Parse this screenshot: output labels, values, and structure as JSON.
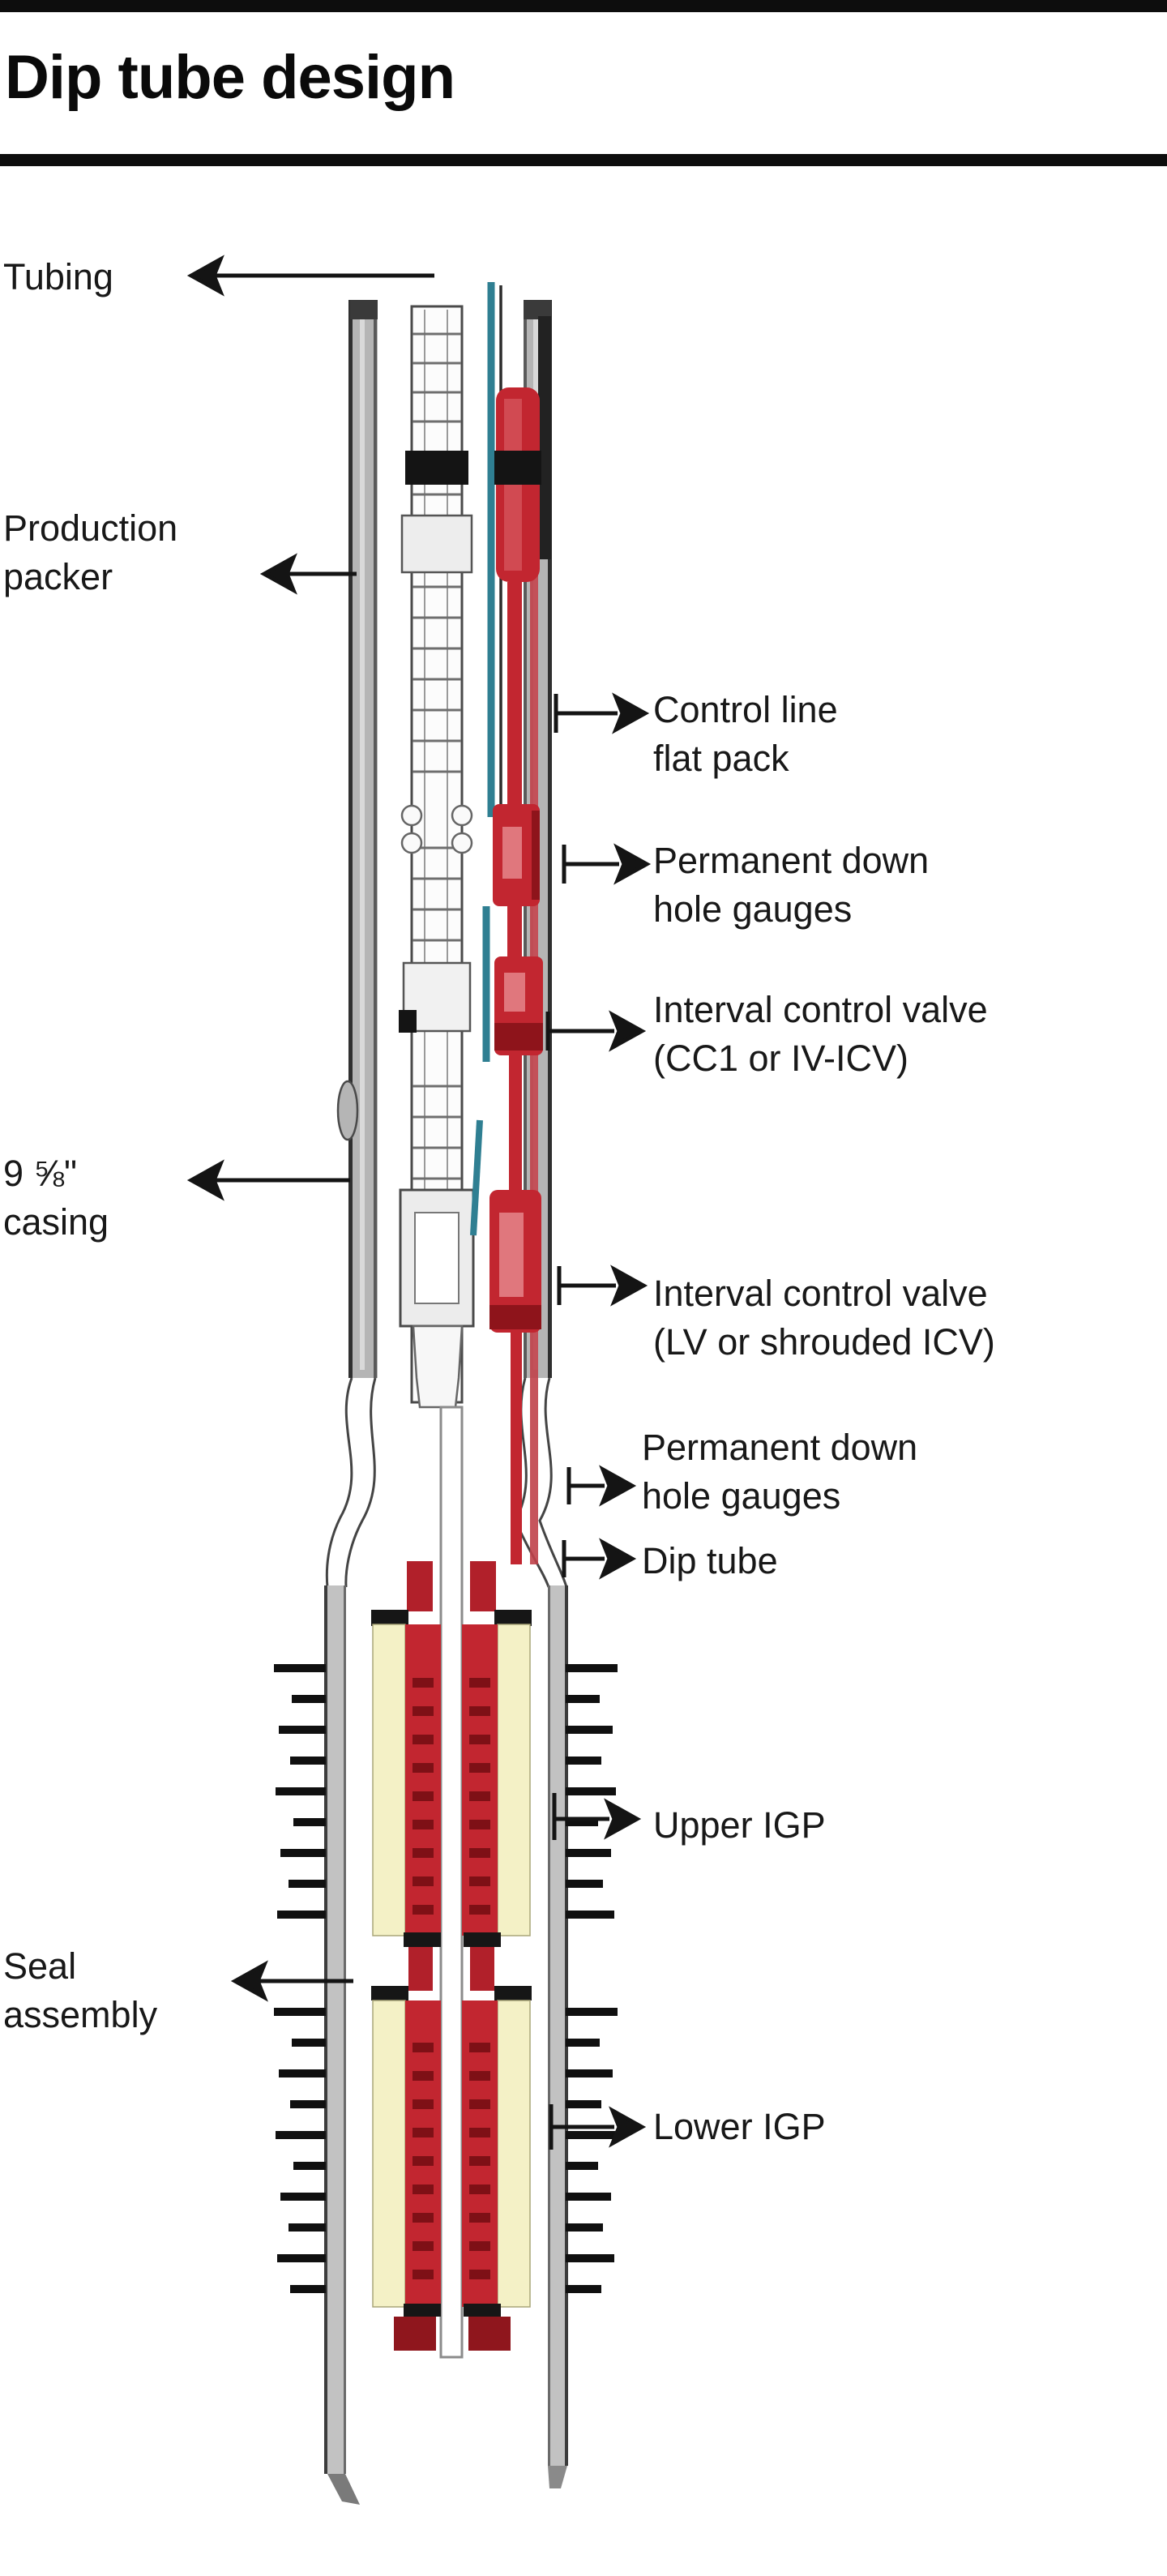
{
  "title": "Dip tube design",
  "labels": {
    "left": [
      {
        "id": "tubing",
        "text": "Tubing"
      },
      {
        "id": "production-packer",
        "text": "Production\npacker"
      },
      {
        "id": "casing",
        "text": "9 ⅝\"\ncasing"
      },
      {
        "id": "seal-assembly",
        "text": "Seal\nassembly"
      }
    ],
    "right": [
      {
        "id": "control-line-flat-pack",
        "text": "Control line\nflat pack"
      },
      {
        "id": "permanent-gauges-upper",
        "text": "Permanent down\nhole gauges"
      },
      {
        "id": "icv-cc1",
        "text": "Interval control valve\n(CC1 or IV-ICV)"
      },
      {
        "id": "icv-lv",
        "text": "Interval control valve\n(LV or shrouded ICV)"
      },
      {
        "id": "permanent-gauges-lower",
        "text": "Permanent down\nhole gauges"
      },
      {
        "id": "dip-tube",
        "text": "Dip tube"
      },
      {
        "id": "upper-igp",
        "text": "Upper IGP"
      },
      {
        "id": "lower-igp",
        "text": "Lower IGP"
      }
    ]
  },
  "colors": {
    "element_red": "#c22630",
    "element_dark_red": "#7e1016",
    "element_light_red": "#e0777d",
    "control_line_teal": "#2f7f92",
    "gravel_yellow": "#f4f1c6",
    "casing_gray": "#b5b5b5",
    "ink": "#141414"
  },
  "diagram_kind": "well completion schematic"
}
